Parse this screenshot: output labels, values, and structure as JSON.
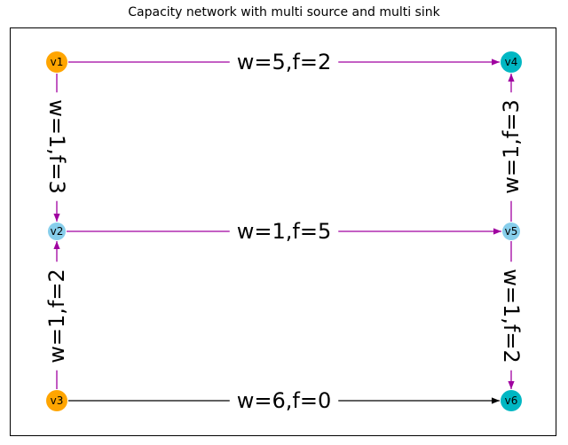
{
  "title": "Capacity network with multi source and multi sink",
  "colors": {
    "source": "#FFA500",
    "sink": "#00B7C3",
    "intermediate": "#87CEEB",
    "flow_edge": "#A000A0",
    "zero_edge": "#000000"
  },
  "nodes": [
    {
      "id": "v1",
      "label": "v1",
      "role": "source"
    },
    {
      "id": "v2",
      "label": "v2",
      "role": "intermediate"
    },
    {
      "id": "v3",
      "label": "v3",
      "role": "source"
    },
    {
      "id": "v4",
      "label": "v4",
      "role": "sink"
    },
    {
      "id": "v5",
      "label": "v5",
      "role": "intermediate"
    },
    {
      "id": "v6",
      "label": "v6",
      "role": "sink"
    }
  ],
  "edges": [
    {
      "id": "e_v1_v4",
      "from": "v1",
      "to": "v4",
      "label": "w=5,f=2",
      "flow": 2
    },
    {
      "id": "e_v1_v2",
      "from": "v1",
      "to": "v2",
      "label": "w=1,f=3",
      "flow": 3
    },
    {
      "id": "e_v2_v5",
      "from": "v2",
      "to": "v5",
      "label": "w=1,f=5",
      "flow": 5
    },
    {
      "id": "e_v3_v2",
      "from": "v3",
      "to": "v2",
      "label": "w=1,f=2",
      "flow": 2
    },
    {
      "id": "e_v5_v4",
      "from": "v5",
      "to": "v4",
      "label": "w=1,f=3",
      "flow": 3
    },
    {
      "id": "e_v5_v6",
      "from": "v5",
      "to": "v6",
      "label": "w=1,f=2",
      "flow": 2
    },
    {
      "id": "e_v3_v6",
      "from": "v3",
      "to": "v6",
      "label": "w=6,f=0",
      "flow": 0
    }
  ]
}
